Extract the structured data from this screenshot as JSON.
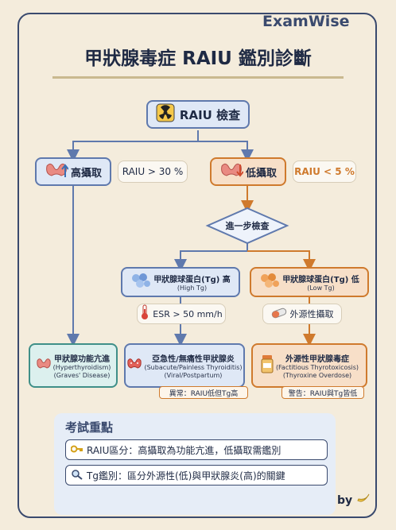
{
  "brand": "ExamWise",
  "title": "甲狀腺毒症 RAIU 鑑別診斷",
  "nodes": {
    "root": {
      "label": "RAIU 檢查",
      "icon": "radiation-icon"
    },
    "high": {
      "label": "高攝取",
      "icon": "thyroid-up-icon",
      "criterion": "RAIU > 30 %"
    },
    "low": {
      "label": "低攝取",
      "icon": "thyroid-down-icon",
      "criterion": "RAIU < 5 %"
    },
    "further": {
      "label": "進一步檢查"
    },
    "high_tg": {
      "label": "甲狀腺球蛋白(Tg) 高",
      "sub": "(High Tg)",
      "icon": "protein-icon"
    },
    "low_tg": {
      "label": "甲狀腺球蛋白(Tg) 低",
      "sub": "(Low Tg)",
      "icon": "protein-icon"
    },
    "esr": {
      "label": "ESR > 50 mm/h",
      "icon": "thermometer-icon"
    },
    "exogenous": {
      "label": "外源性攝取",
      "icon": "pill-icon"
    },
    "hyperthyroidism": {
      "label": "甲狀腺功能亢進",
      "sub1": "(Hyperthyroidism)",
      "sub2": "(Graves' Disease)",
      "icon": "thyroid-icon"
    },
    "thyroiditis": {
      "label": "亞急性/無痛性甲狀腺炎",
      "sub1": "(Subacute/Painless Thyroiditis)",
      "sub2": "(Viral/Postpartum)",
      "icon": "inflamed-thyroid-icon",
      "note": "異常：RAIU低但Tg高"
    },
    "factitious": {
      "label": "外源性甲狀腺毒症",
      "sub1": "(Factitious Thyrotoxicosis)",
      "sub2": "(Thyroxine Overdose)",
      "icon": "pill-bottle-icon",
      "note": "警告：RAIU與Tg皆低"
    }
  },
  "key_points": {
    "title": "考試重點",
    "tips": [
      {
        "icon": "key-icon",
        "text": "RAIU區分：高攝取為功能亢進，低攝取需鑑別"
      },
      {
        "icon": "magnifier-icon",
        "text": "Tg鑑別：區分外源性(低)與甲狀腺炎(高)的關鍵"
      }
    ]
  },
  "byline": "by",
  "colors": {
    "blue": "#5f79ad",
    "orange": "#cf7a2d",
    "teal": "#3f8f88",
    "navy": "#3a4a6e"
  }
}
